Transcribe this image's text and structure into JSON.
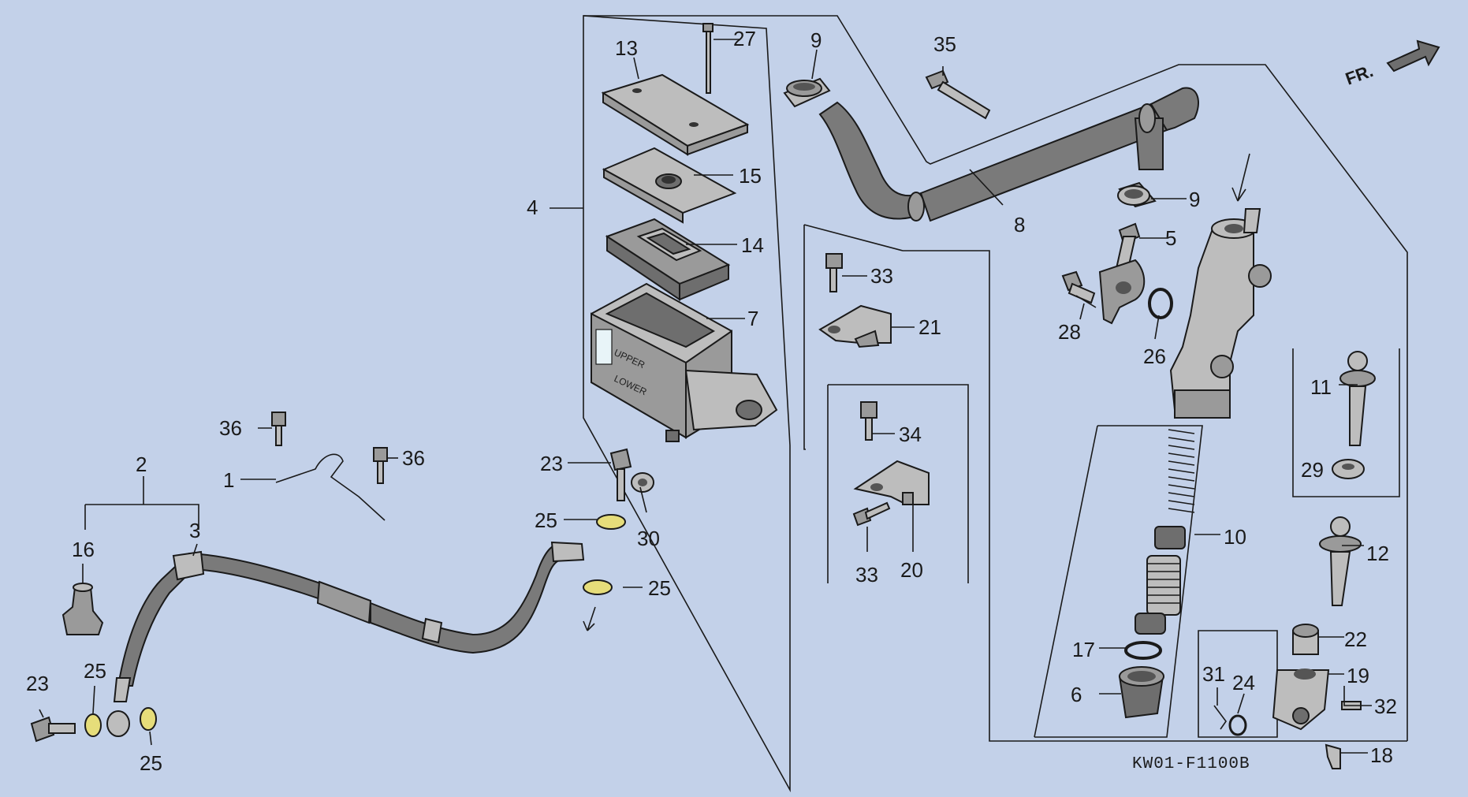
{
  "diagram": {
    "code": "KW01-F1100B",
    "direction_label": "FR.",
    "reservoir_markings": {
      "upper": "UPPER",
      "lower": "LOWER"
    },
    "callouts": [
      {
        "id": "c1",
        "label": "1"
      },
      {
        "id": "c2",
        "label": "2"
      },
      {
        "id": "c3",
        "label": "3"
      },
      {
        "id": "c4",
        "label": "4"
      },
      {
        "id": "c5",
        "label": "5"
      },
      {
        "id": "c6",
        "label": "6"
      },
      {
        "id": "c7",
        "label": "7"
      },
      {
        "id": "c8",
        "label": "8"
      },
      {
        "id": "c9a",
        "label": "9"
      },
      {
        "id": "c9b",
        "label": "9"
      },
      {
        "id": "c10",
        "label": "10"
      },
      {
        "id": "c11",
        "label": "11"
      },
      {
        "id": "c12",
        "label": "12"
      },
      {
        "id": "c13",
        "label": "13"
      },
      {
        "id": "c14",
        "label": "14"
      },
      {
        "id": "c15",
        "label": "15"
      },
      {
        "id": "c16",
        "label": "16"
      },
      {
        "id": "c17",
        "label": "17"
      },
      {
        "id": "c18",
        "label": "18"
      },
      {
        "id": "c19",
        "label": "19"
      },
      {
        "id": "c20",
        "label": "20"
      },
      {
        "id": "c21",
        "label": "21"
      },
      {
        "id": "c22",
        "label": "22"
      },
      {
        "id": "c23a",
        "label": "23"
      },
      {
        "id": "c23b",
        "label": "23"
      },
      {
        "id": "c24",
        "label": "24"
      },
      {
        "id": "c25a",
        "label": "25"
      },
      {
        "id": "c25b",
        "label": "25"
      },
      {
        "id": "c25c",
        "label": "25"
      },
      {
        "id": "c25d",
        "label": "25"
      },
      {
        "id": "c26",
        "label": "26"
      },
      {
        "id": "c27",
        "label": "27"
      },
      {
        "id": "c28",
        "label": "28"
      },
      {
        "id": "c29",
        "label": "29"
      },
      {
        "id": "c30",
        "label": "30"
      },
      {
        "id": "c31",
        "label": "31"
      },
      {
        "id": "c32",
        "label": "32"
      },
      {
        "id": "c33a",
        "label": "33"
      },
      {
        "id": "c33b",
        "label": "33"
      },
      {
        "id": "c34",
        "label": "34"
      },
      {
        "id": "c35",
        "label": "35"
      },
      {
        "id": "c36a",
        "label": "36"
      },
      {
        "id": "c36b",
        "label": "36"
      }
    ]
  }
}
